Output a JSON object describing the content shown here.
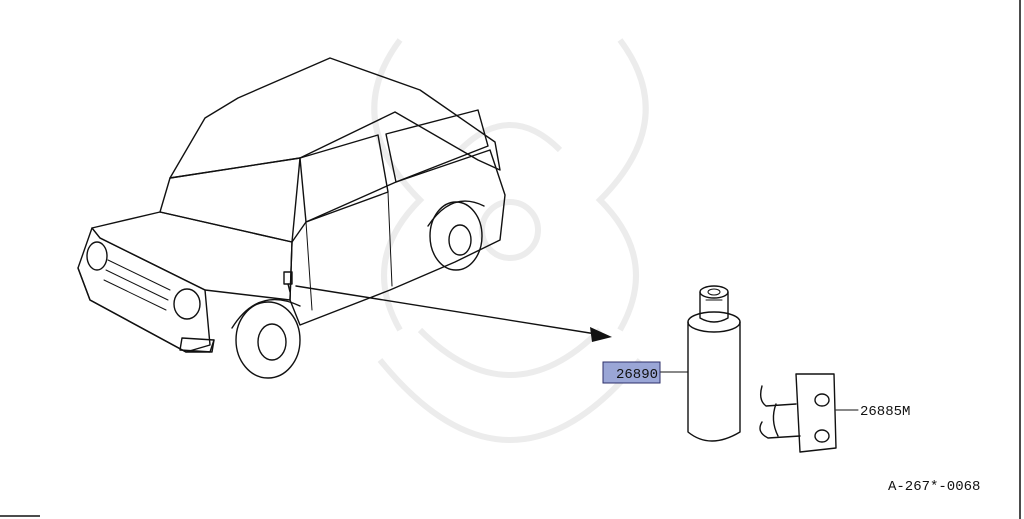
{
  "diagram": {
    "parts": [
      {
        "number": "26890",
        "highlighted": true
      },
      {
        "number": "26885M",
        "highlighted": false
      }
    ],
    "reference_code": "A-267*-0068",
    "colors": {
      "highlight": "#9aa6d6",
      "ink": "#111111",
      "watermark": "#ececec"
    }
  }
}
